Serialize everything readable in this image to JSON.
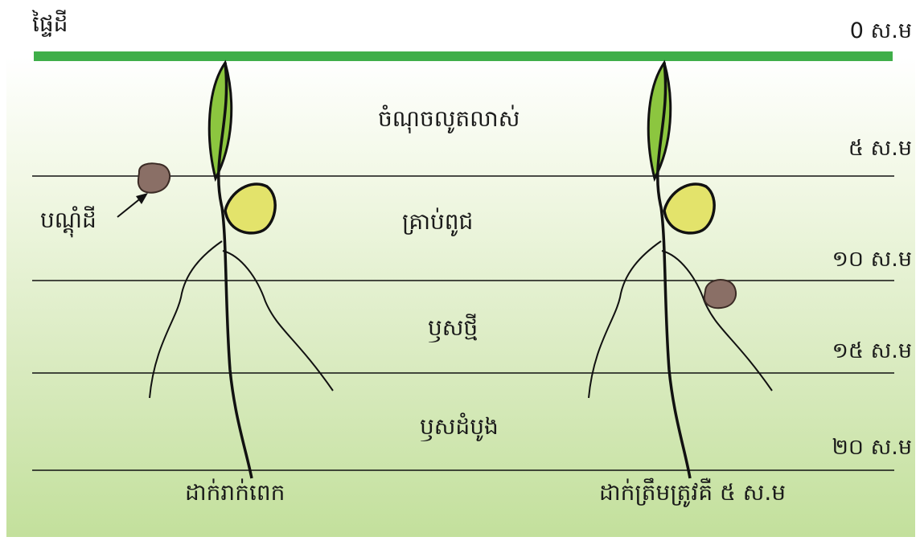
{
  "surface_label": "ផ្ទៃដី",
  "depth_labels": [
    "0 ស.ម",
    "៥ ស.ម",
    "១០ ស.ម",
    "១៥ ស.ម",
    "២០ ស.ម"
  ],
  "zone_labels": {
    "growing_point": "ចំណុចលូតលាស់",
    "seed": "គ្រាប់ពូជ",
    "new_root": "ឫសថ្មី",
    "first_root": "ឫសដំបូង"
  },
  "soil_clod_label": "បណ្តុំដី",
  "captions": {
    "left_plant": "ដាក់រាក់ពេក",
    "right_plant": "ដាក់ត្រឹមត្រូវគឺ ៥ ស.ម"
  },
  "colors": {
    "ground_line": "#3fae49",
    "leaf": "#8cc63f",
    "seed": "#e3e36b",
    "clod": "#8a6f66",
    "gradient_bottom": "#c3e09c"
  }
}
